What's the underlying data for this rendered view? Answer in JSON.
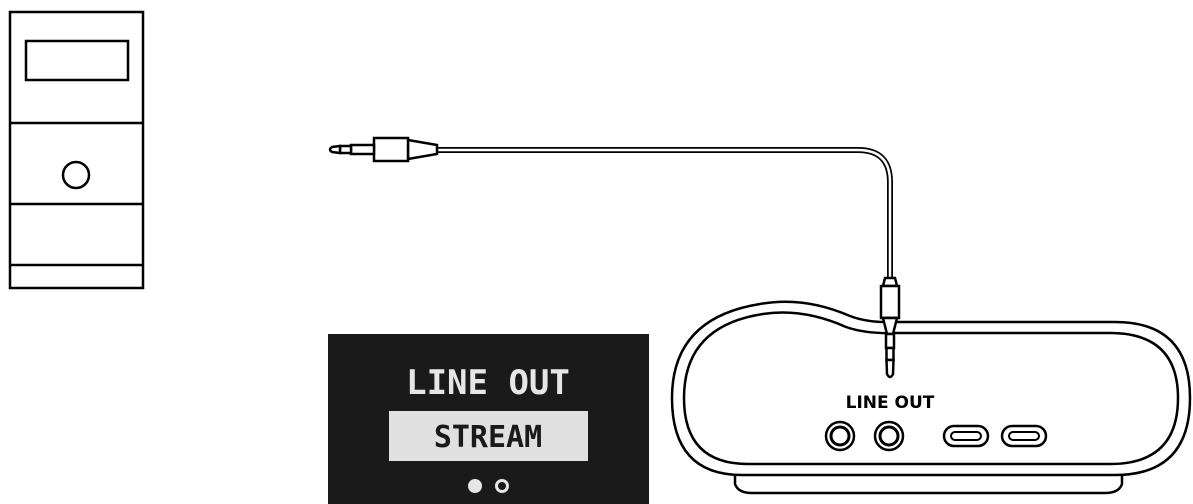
{
  "device_label": "LINE OUT",
  "display": {
    "title": "LINE OUT",
    "selected_option": "STREAM",
    "page_indicator": {
      "pages": 2,
      "active": 1
    }
  },
  "colors": {
    "stroke": "#000000",
    "display_bg": "#1a1a1a",
    "display_text": "#e6e6e6",
    "display_highlight": "#e0e0e0",
    "display_highlight_text": "#1a1a1a"
  }
}
